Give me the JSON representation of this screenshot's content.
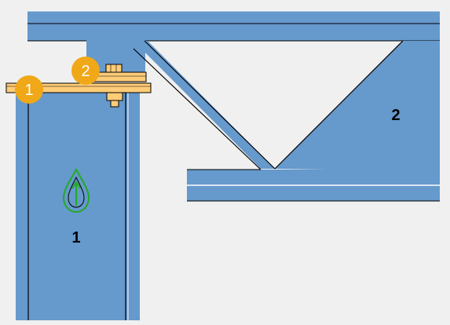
{
  "colors": {
    "background": "#f0f0f0",
    "steel_blue": "#6699cc",
    "edge_line": "#000000",
    "highlight_line": "#ffffff",
    "plate_fill": "#ffcc77",
    "badge_fill": "#f0a818",
    "symbol_green": "#22aa22"
  },
  "badges": [
    {
      "text": "1"
    },
    {
      "text": "2"
    }
  ],
  "parts": [
    {
      "label": "1",
      "icon": "droplet-arrow-icon"
    },
    {
      "label": "2"
    }
  ]
}
